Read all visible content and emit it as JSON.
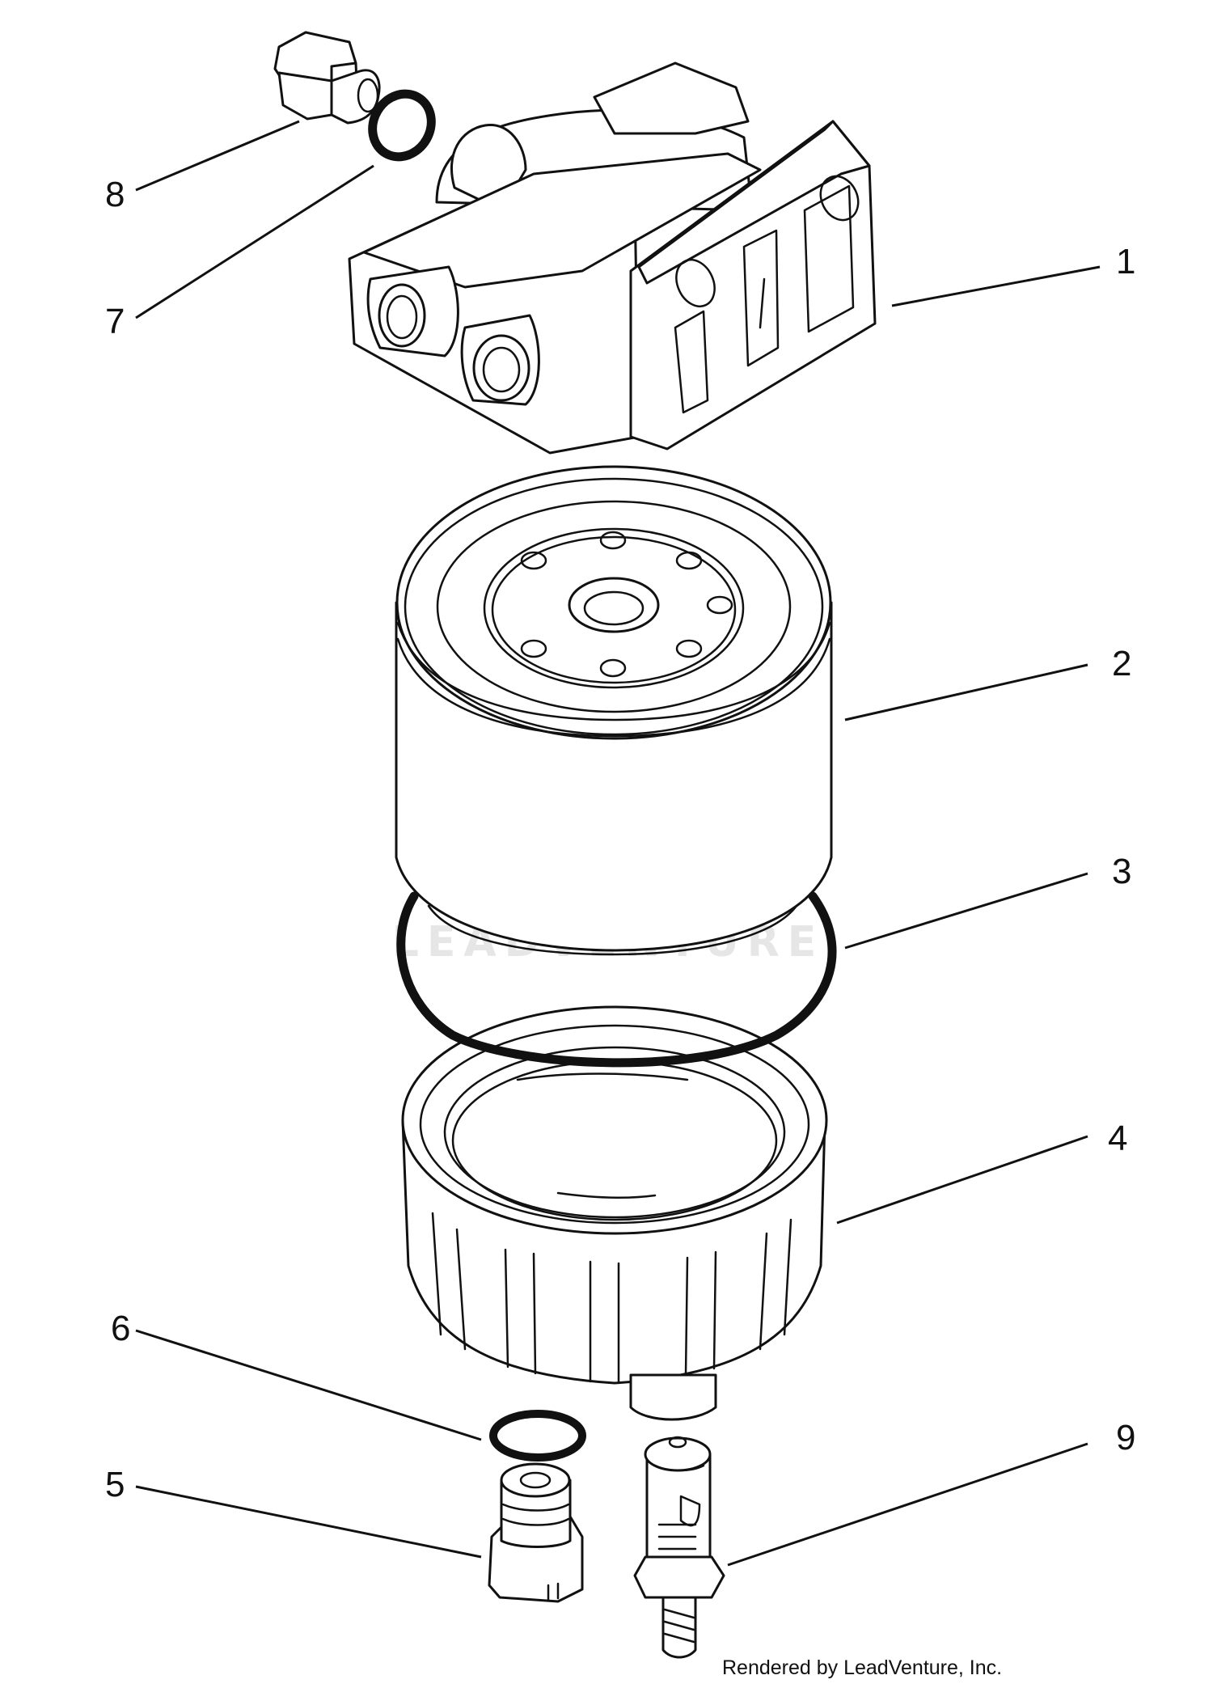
{
  "callouts": [
    {
      "id": "1",
      "label": "1"
    },
    {
      "id": "2",
      "label": "2"
    },
    {
      "id": "3",
      "label": "3"
    },
    {
      "id": "4",
      "label": "4"
    },
    {
      "id": "5",
      "label": "5"
    },
    {
      "id": "6",
      "label": "6"
    },
    {
      "id": "7",
      "label": "7"
    },
    {
      "id": "8",
      "label": "8"
    },
    {
      "id": "9",
      "label": "9"
    }
  ],
  "watermark": {
    "text": "LEADVENTURE",
    "color": "#e6e6e6"
  },
  "credit": "Rendered by LeadVenture, Inc.",
  "colors": {
    "line": "#111111",
    "background": "#ffffff"
  }
}
